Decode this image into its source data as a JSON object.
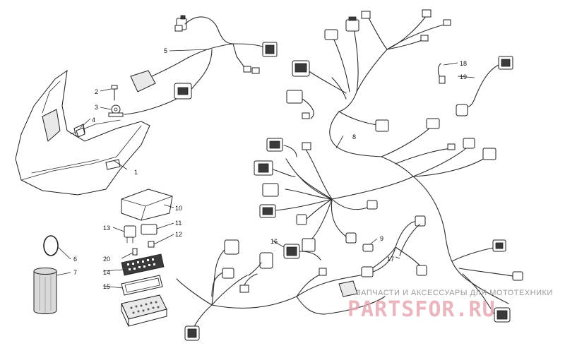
{
  "callouts": {
    "c1": "1",
    "c2": "2",
    "c3": "3",
    "c4": "4",
    "c5": "5",
    "c6": "6",
    "c7": "7",
    "c8": "8",
    "c9": "9",
    "c10": "10",
    "c11": "11",
    "c12": "12",
    "c13": "13",
    "c14": "14",
    "c15": "15",
    "c16": "16",
    "c17": "17",
    "c18": "18",
    "c19": "19",
    "c20": "20"
  },
  "watermark": {
    "caption": "ЗАПЧАСТИ И АКСЕССУАРЫ ДЛЯ МОТОТЕХНИКИ",
    "brand": "PARTSFOR.RU"
  }
}
